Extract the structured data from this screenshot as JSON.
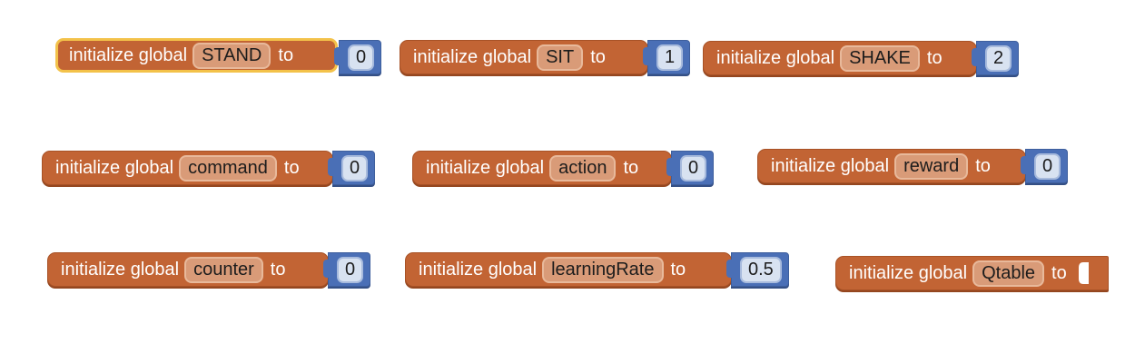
{
  "blocks": [
    {
      "prefix": "initialize global",
      "name": "STAND",
      "to": "to",
      "value": "0",
      "selected": true
    },
    {
      "prefix": "initialize global",
      "name": "SIT",
      "to": "to",
      "value": "1",
      "selected": false
    },
    {
      "prefix": "initialize global",
      "name": "SHAKE",
      "to": "to",
      "value": "2",
      "selected": false
    },
    {
      "prefix": "initialize global",
      "name": "command",
      "to": "to",
      "value": "0",
      "selected": false
    },
    {
      "prefix": "initialize global",
      "name": "action",
      "to": "to",
      "value": "0",
      "selected": false
    },
    {
      "prefix": "initialize global",
      "name": "reward",
      "to": "to",
      "value": "0",
      "selected": false
    },
    {
      "prefix": "initialize global",
      "name": "counter",
      "to": "to",
      "value": "0",
      "selected": false
    },
    {
      "prefix": "initialize global",
      "name": "learningRate",
      "to": "to",
      "value": "0.5",
      "selected": false
    },
    {
      "prefix": "initialize global",
      "name": "Qtable",
      "to": "to",
      "value": "",
      "selected": false
    }
  ],
  "colors": {
    "variable_block": "#c26434",
    "math_block": "#4a6fb6",
    "selection_outline": "#f3c24a"
  }
}
